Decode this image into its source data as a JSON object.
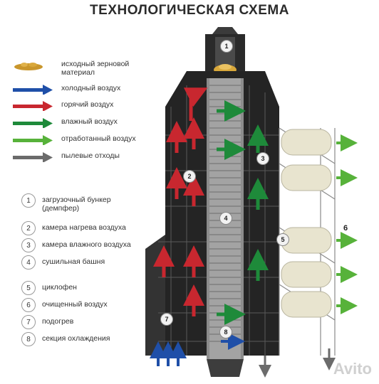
{
  "title": "ТЕХНОЛОГИЧЕСКАЯ СХЕМА",
  "legend": [
    {
      "icon": "grain-pile-icon",
      "label": "исходный зерновой материал"
    },
    {
      "icon": "blue-arrow-icon",
      "label": "холодный  воздух",
      "color": "#1f4fa8"
    },
    {
      "icon": "red-arrow-icon",
      "label": "горячий воздух",
      "color": "#c8272f"
    },
    {
      "icon": "dark-green-arrow-icon",
      "label": "влажный воздух",
      "color": "#1e8a3a"
    },
    {
      "icon": "light-green-arrow-icon",
      "label": "отработанный воздух",
      "color": "#57b23a"
    },
    {
      "icon": "gray-arrow-icon",
      "label": "пылевые отходы",
      "color": "#6b6b6b"
    }
  ],
  "components": [
    {
      "num": "1",
      "label": "загрузочный бункер (демпфер)"
    },
    {
      "num": "2",
      "label": "камера нагрева воздуха"
    },
    {
      "num": "3",
      "label": "камера влажного воздуха"
    },
    {
      "num": "4",
      "label": "сушильная башня"
    },
    {
      "num": "5",
      "label": "циклофен"
    },
    {
      "num": "6",
      "label": "очищенный воздух"
    },
    {
      "num": "7",
      "label": "подогрев"
    },
    {
      "num": "8",
      "label": "секция охлаждения"
    }
  ],
  "diagram_labels": {
    "b1": "1",
    "b2": "2",
    "b3": "3",
    "b4": "4",
    "b5": "5",
    "b6": "6",
    "b7": "7",
    "b8": "8"
  },
  "watermark": "Avito"
}
